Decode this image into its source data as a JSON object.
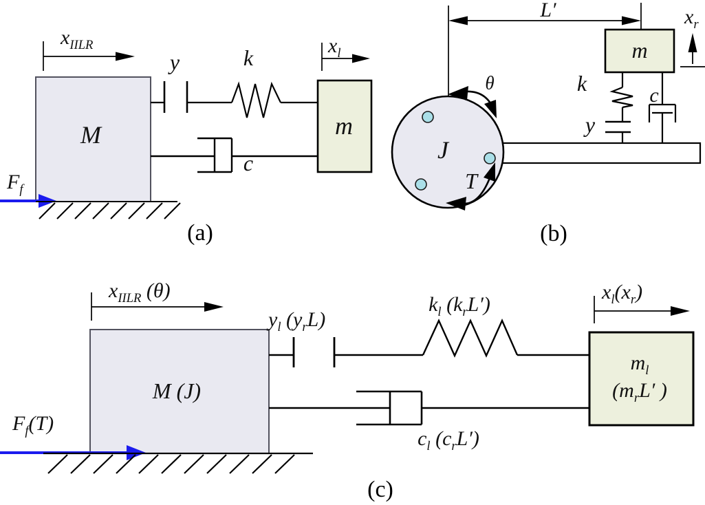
{
  "colors": {
    "mass_large_fill": "#e9e9f1",
    "mass_large_stroke": "#52525e",
    "mass_small_fill": "#edf0dd",
    "bolt_fill": "#aadfe8",
    "beam_fill": "#ffffff",
    "force_arrow": "#1b1bee",
    "line": "#000000"
  },
  "fig_a": {
    "caption": "(a)",
    "x_ref": {
      "p1": "x",
      "s1": "IILR"
    },
    "gap_label": "y",
    "spring_label": "k",
    "x_l_ref": {
      "p1": "x",
      "s1": "l"
    },
    "mass_large_label": "M",
    "mass_small_label": "m",
    "damper_label": "c",
    "force_label": {
      "p1": "F",
      "s1": "f"
    }
  },
  "fig_b": {
    "caption": "(b)",
    "dim_label": "L′",
    "x_r_ref": {
      "p1": "x",
      "s1": "r"
    },
    "mass_small_label": "m",
    "spring_label": "k",
    "damper_label": "c",
    "gap_label": "y",
    "inertia_label": "J",
    "angle_label": "θ",
    "torque_label": "T"
  },
  "fig_c": {
    "caption": "(c)",
    "x_ref": {
      "p1": "x",
      "s1": "IILR",
      "p2": " (θ)"
    },
    "gap_label": {
      "p1": "y",
      "s1": "l",
      "p2": " (y",
      "s2": "r",
      "p3": "L)"
    },
    "spring_label": {
      "p1": "k",
      "s1": "l",
      "p2": " (k",
      "s2": "r",
      "p3": "L′)"
    },
    "x_l_ref": {
      "p1": "x",
      "s1": "l",
      "p2": "(x",
      "s2": "r",
      "p3": ")"
    },
    "mass_large_label": "M (J)",
    "mass_small_line1": {
      "p1": "m",
      "s1": "l"
    },
    "mass_small_line2": {
      "p1": "(m",
      "s1": "r",
      "p2": "L′ )"
    },
    "damper_label": {
      "p1": "c",
      "s1": "l",
      "p2": " (c",
      "s2": "r",
      "p3": "L′)"
    },
    "force_label": {
      "p1": "F",
      "s1": "f",
      "p2": "(T)"
    }
  }
}
